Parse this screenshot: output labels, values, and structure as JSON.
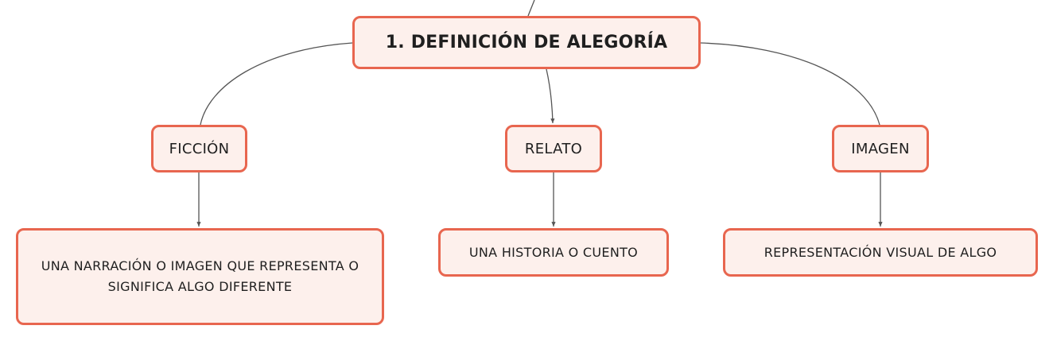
{
  "diagram": {
    "root": {
      "label": "1. DEFINICIÓN DE ALEGORÍA"
    },
    "topics": [
      {
        "label": "FICCIÓN",
        "description": "UNA NARRACIÓN O IMAGEN QUE REPRESENTA O SIGNIFICA ALGO DIFERENTE"
      },
      {
        "label": "RELATO",
        "description": "UNA HISTORIA O CUENTO"
      },
      {
        "label": "IMAGEN",
        "description": "REPRESENTACIÓN VISUAL DE ALGO"
      }
    ]
  },
  "colors": {
    "node_border": "#e8664f",
    "node_fill": "#fdf0ec",
    "connector": "#555555",
    "text": "#1f1f1f"
  }
}
